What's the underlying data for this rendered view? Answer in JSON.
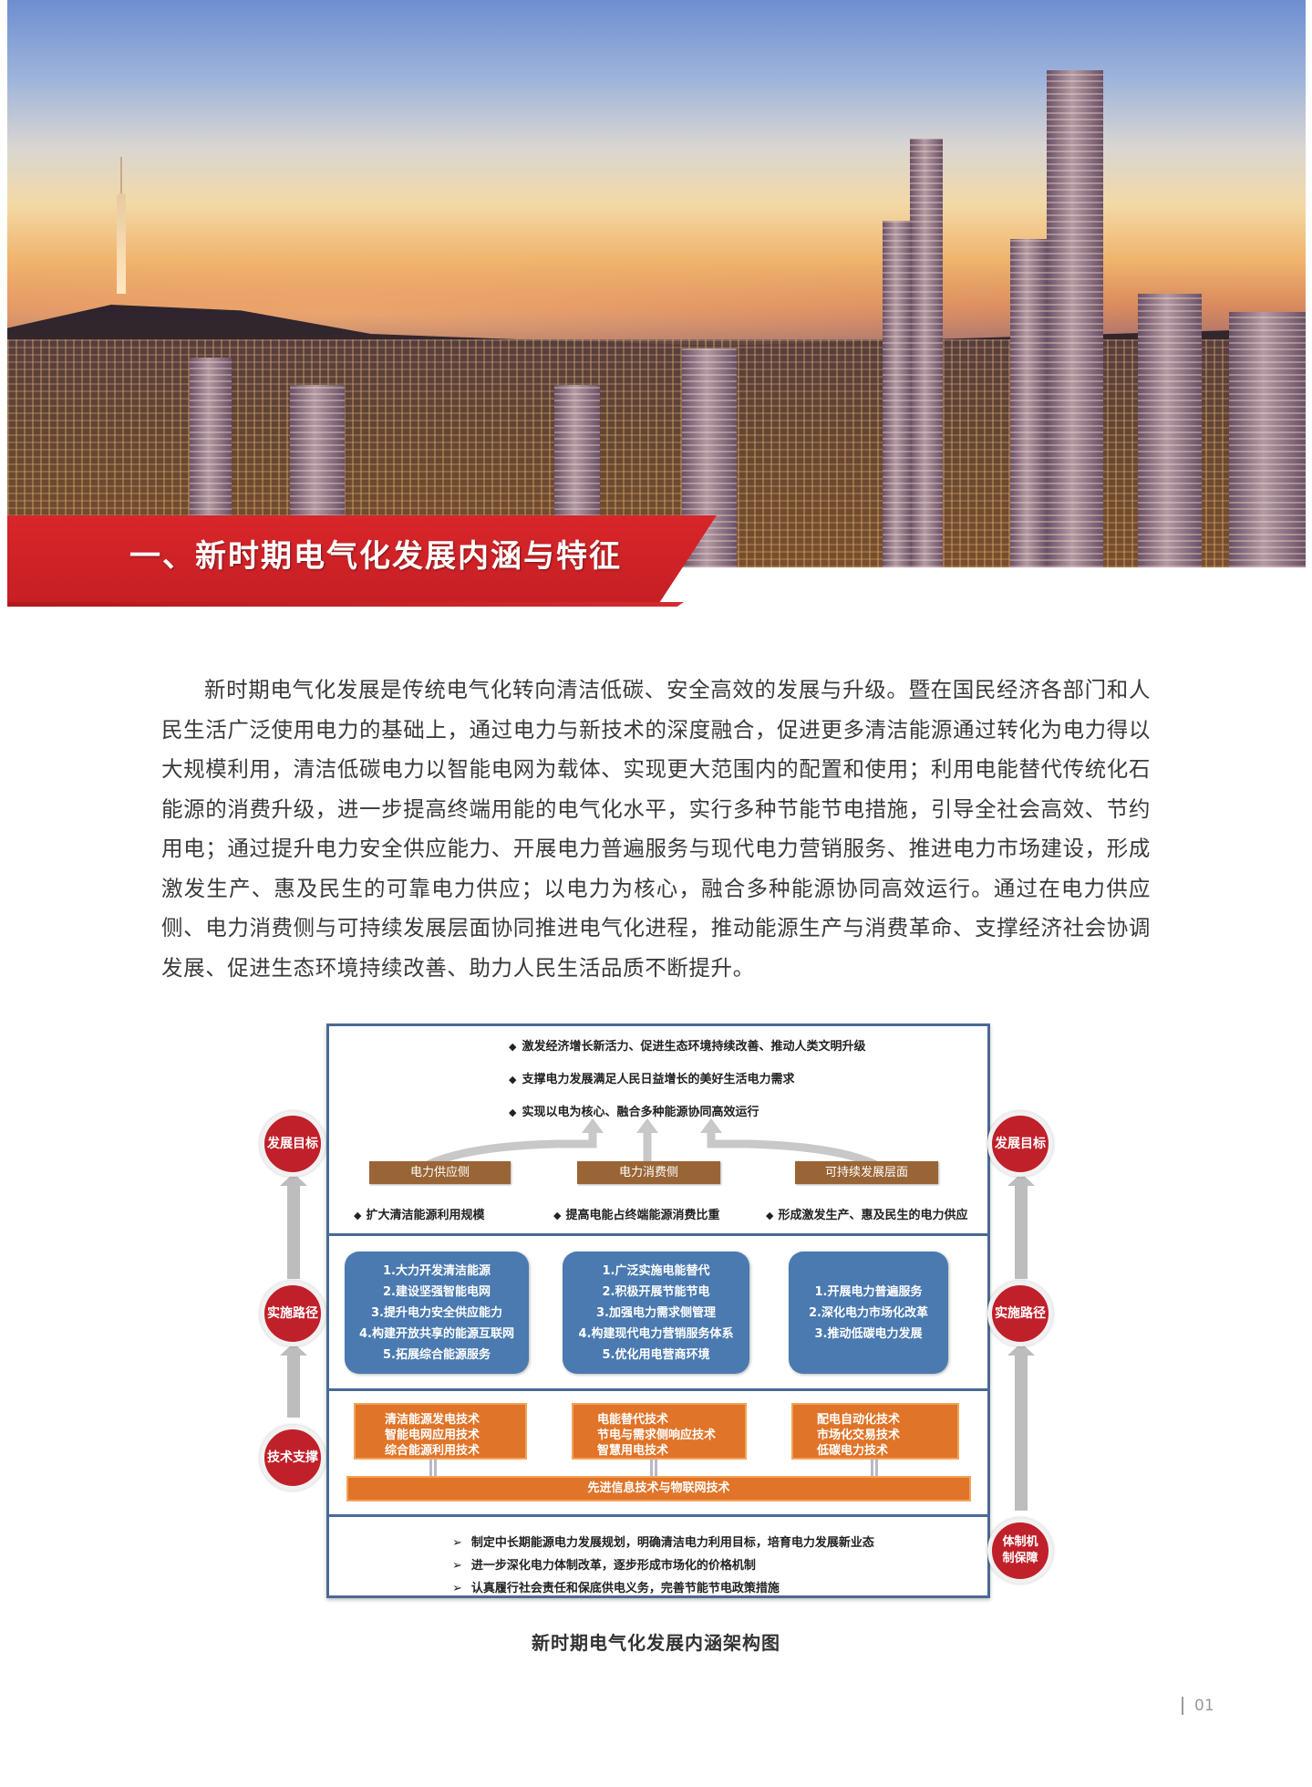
{
  "hero": {
    "description": "City skyline at dusk"
  },
  "section": {
    "title": "一、新时期电气化发展内涵与特征"
  },
  "body": {
    "paragraph": "新时期电气化发展是传统电气化转向清洁低碳、安全高效的发展与升级。暨在国民经济各部门和人民生活广泛使用电力的基础上，通过电力与新技术的深度融合，促进更多清洁能源通过转化为电力得以大规模利用，清洁低碳电力以智能电网为载体、实现更大范围内的配置和使用；利用电能替代传统化石能源的消费升级，进一步提高终端用能的电气化水平，实行多种节能节电措施，引导全社会高效、节约用电；通过提升电力安全供应能力、开展电力普遍服务与现代电力营销服务、推进电力市场建设，形成激发生产、惠及民生的可靠电力供应；以电力为核心，融合多种能源协同高效运行。通过在电力供应侧、电力消费侧与可持续发展层面协同推进电气化进程，推动能源生产与消费革命、支撑经济社会协调发展、促进生态环境持续改善、助力人民生活品质不断提升。"
  },
  "diagram": {
    "goals": [
      "激发经济增长新活力、促进生态环境持续改善、推动人类文明升级",
      "支撑电力发展满足人民日益增长的美好生活电力需求",
      "实现以电为核心、融合多种能源协同高效运行"
    ],
    "goal_bullet": "◆",
    "sides": [
      {
        "label": "电力供应侧",
        "sub": "扩大清洁能源利用规模"
      },
      {
        "label": "电力消费侧",
        "sub": "提高电能占终端能源消费比重"
      },
      {
        "label": "可持续发展层面",
        "sub": "形成激发生产、惠及民生的电力供应"
      }
    ],
    "paths": [
      [
        "1.大力开发清洁能源",
        "2.建设坚强智能电网",
        "3.提升电力安全供应能力",
        "4.构建开放共享的能源互联网",
        "5.拓展综合能源服务"
      ],
      [
        "1.广泛实施电能替代",
        "2.积极开展节能节电",
        "3.加强电力需求侧管理",
        "4.构建现代电力营销服务体系",
        "5.优化用电营商环境"
      ],
      [
        "1.开展电力普遍服务",
        "2.深化电力市场化改革",
        "3.推动低碳电力发展"
      ]
    ],
    "tech": [
      [
        "清洁能源发电技术",
        "智能电网应用技术",
        "综合能源利用技术"
      ],
      [
        "电能替代技术",
        "节电与需求侧响应技术",
        "智慧用电技术"
      ],
      [
        "配电自动化技术",
        "市场化交易技术",
        "低碳电力技术"
      ]
    ],
    "tech_base": "先进信息技术与物联网技术",
    "policies": [
      "制定中长期能源电力发展规划，明确清洁电力利用目标，培育电力发展新业态",
      "进一步深化电力体制改革，逐步形成市场化的价格机制",
      "认真履行社会责任和保底供电义务，完善节能节电政策措施"
    ],
    "policy_bullet": "➢",
    "left_circles": [
      "发展目标",
      "实施路径",
      "技术支撑"
    ],
    "right_circles": [
      "发展目标",
      "实施路径",
      "体制机制保障"
    ],
    "caption": "新时期电气化发展内涵架构图"
  },
  "footer": {
    "page_number": "01"
  },
  "colors": {
    "banner_red": "#c61f24",
    "frame_blue": "#4a6a94",
    "path_blue": "#4a7ab0",
    "tech_orange": "#e07428",
    "tag_brown": "#9a6536",
    "circle_red": "#c0202a"
  }
}
